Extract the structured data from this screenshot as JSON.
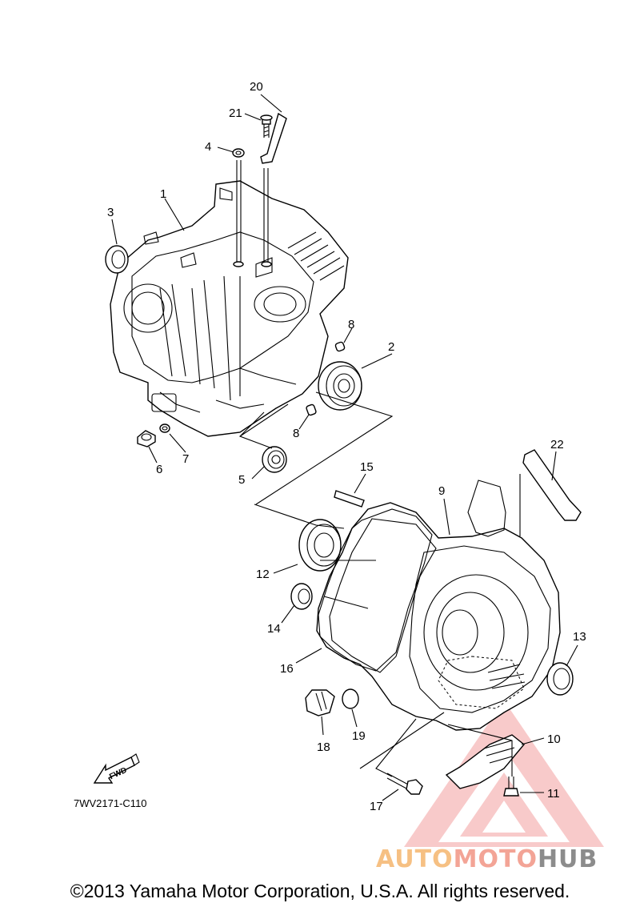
{
  "diagram": {
    "part_numbers": [
      "1",
      "2",
      "3",
      "4",
      "5",
      "6",
      "7",
      "8",
      "8",
      "9",
      "10",
      "11",
      "12",
      "13",
      "14",
      "15",
      "16",
      "17",
      "18",
      "19",
      "20",
      "21",
      "22"
    ],
    "fwd_label": "FWD",
    "code": "7WV2171-C110"
  },
  "copyright": "©2013 Yamaha Motor Corporation, U.S.A. All rights reserved.",
  "watermark": {
    "part1": "AUTO",
    "part2": "MOTO",
    "part3": "HUB",
    "colors": {
      "auto": "#f6c083",
      "moto": "#f3a496",
      "hub": "#8c8c8c",
      "triangle": "#f08a8a"
    }
  }
}
